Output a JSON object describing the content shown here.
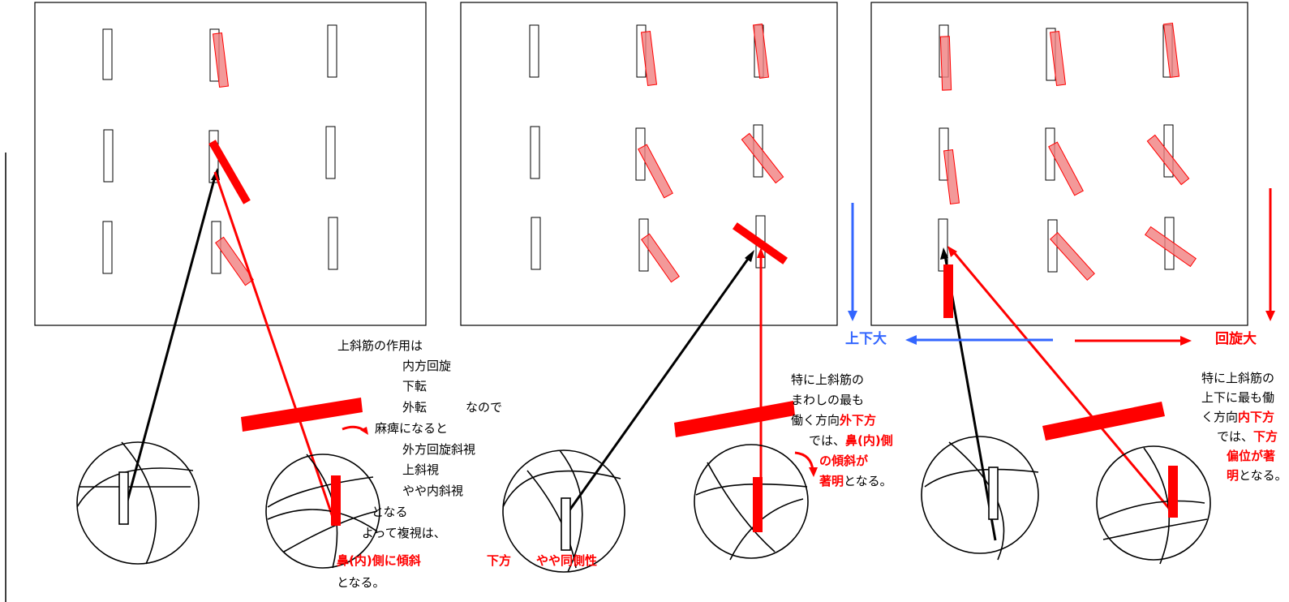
{
  "panel1": {
    "line1": "上斜筋の作用は",
    "line2": "内方回旋",
    "line3": "下転",
    "line4": "外転",
    "line4b": "なので",
    "line5": "麻痺になると",
    "line6": "外方回旋斜視",
    "line7": "上斜視",
    "line8": "やや内斜視",
    "line9": "となる",
    "line10": "よって複視は、",
    "result_red1": "鼻(内)側に傾斜",
    "result_red2": "下方",
    "result_red3": "やや同側性",
    "line12": "となる。"
  },
  "panel2": {
    "line1": "特に上斜筋の",
    "line2": "まわしの最も",
    "line3a": "働く方向",
    "line3b": "外下方",
    "line4a": "では、",
    "line4b": "鼻(内)側",
    "line5": "の傾斜が",
    "line6a": "著明",
    "line6b": "となる。"
  },
  "legend": {
    "blue_label": "上下大",
    "red_label": "回旋大"
  },
  "panel3": {
    "line1": "特に上斜筋の",
    "line2": "上下に最も働",
    "line3a": "く方向",
    "line3b": "内下方",
    "line4a": "では、",
    "line4b": "下方",
    "line5": "偏位が著",
    "line6a": "明",
    "line6b": "となる。"
  },
  "colors": {
    "red": "#ff0000",
    "pink_fill": "#f08080",
    "blue": "#3366ff"
  }
}
